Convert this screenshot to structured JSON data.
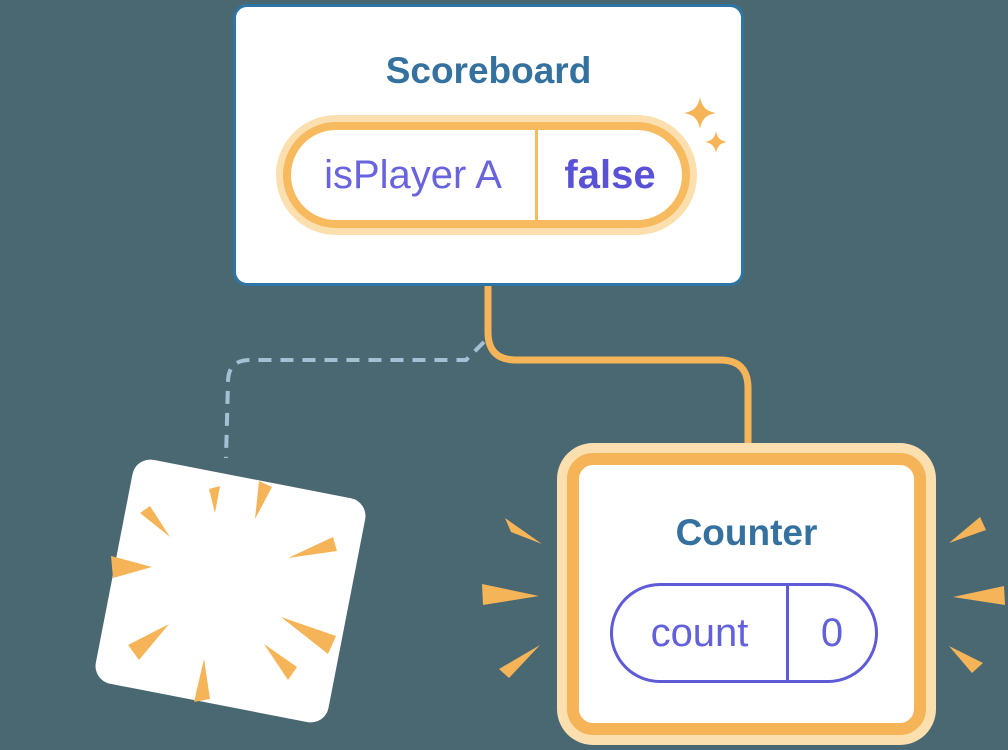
{
  "diagram": {
    "description": "Component tree state diagram with one preserved branch and one destroyed branch",
    "background_color": "#4A6872",
    "scoreboard_card": {
      "title": "Scoreboard",
      "state": {
        "name": "isPlayer A",
        "value": "false"
      }
    },
    "counter_card": {
      "title": "Counter",
      "state": {
        "name": "count",
        "value": "0"
      }
    },
    "destroyed_card": {
      "label": ""
    },
    "connections": [
      {
        "from": "scoreboard",
        "to": "counter",
        "style": "solid-orange"
      },
      {
        "from": "scoreboard",
        "to": "destroyed-card",
        "style": "dashed-blue"
      }
    ],
    "colors": {
      "background": "#4A6872",
      "card_border_blue": "#2E75A5",
      "title_blue": "#35719F",
      "orange": "#F6B458",
      "orange_glow": "#FCDFAF",
      "purple": "#6A63DE",
      "purple_bold": "#5A52D6",
      "dash_blue": "#A5C0D5",
      "card_white": "#FFFFFF"
    },
    "icons": [
      "sparkle-icon",
      "burst-icon",
      "emphasis-lines-icon"
    ]
  }
}
